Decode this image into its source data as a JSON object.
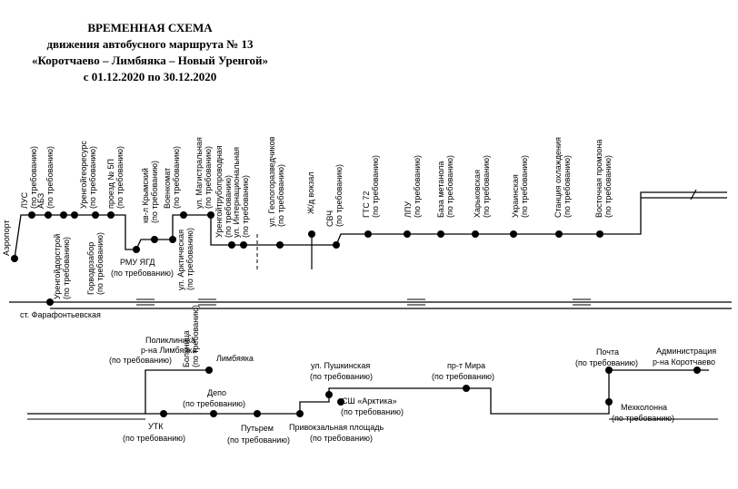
{
  "title": {
    "line1": "ВРЕМЕННАЯ СХЕМА",
    "line2": "движения автобусного маршрута № 13",
    "line3": "«Коротчаево – Лимбяяка – Новый Уренгой»",
    "line4": "с 01.12.2020 по 30.12.2020"
  },
  "railway_station": "ст. Фарафонтьевская",
  "upper_stops": [
    {
      "id": "airport",
      "name": "Аэропорт",
      "note": ""
    },
    {
      "id": "lus",
      "name": "ЛУС",
      "note": "(по требованию)"
    },
    {
      "id": "abz",
      "name": "АБЗ",
      "note": "(по требованию)"
    },
    {
      "id": "urengoydorstroy",
      "name": "Уренгойдорстрой",
      "note": "(по требованию)"
    },
    {
      "id": "urengoygeoresurs",
      "name": "Уренгойгеоресурс",
      "note": "(по требованию)"
    },
    {
      "id": "gorvodozabor",
      "name": "Горводозабор",
      "note": "(по требованию)"
    },
    {
      "id": "proezd5p",
      "name": "проезд № 5П",
      "note": "(по требованию)"
    },
    {
      "id": "rmu",
      "name": "РМУ ЯГД",
      "note": "(по требованию)"
    },
    {
      "id": "krymsky",
      "name": "кв-л Крымский",
      "note": "(по требованию)"
    },
    {
      "id": "voenkomat",
      "name": "Военкомат",
      "note": "(по требованию)"
    },
    {
      "id": "arkticheskaya",
      "name": "ул. Арктическая",
      "note": "(по требованию)"
    },
    {
      "id": "magistralnaya",
      "name": "ул. Магистральная",
      "note": "(по требованию)"
    },
    {
      "id": "urengoytruboprovodnaya",
      "name": "Уренгойтрубопроводная",
      "note": "(по требованию)"
    },
    {
      "id": "internatsionalnaya",
      "name": "ул. Интернациональная",
      "note": "(по требованию)"
    },
    {
      "id": "geologorazvedchikov",
      "name": "ул. Геологоразведчиков",
      "note": "(по требованию)"
    },
    {
      "id": "zhd",
      "name": "Ж/д вокзал",
      "note": ""
    },
    {
      "id": "svch",
      "name": "СВЧ",
      "note": "(по требованию)"
    },
    {
      "id": "gts72",
      "name": "ГТС 72",
      "note": "(по требованию)"
    },
    {
      "id": "lpu",
      "name": "ЛПУ",
      "note": "(по требованию)"
    },
    {
      "id": "metanol",
      "name": "База метанола",
      "note": "(по требованию)"
    },
    {
      "id": "kharkovskaya",
      "name": "Харьковская",
      "note": "(по требованию)"
    },
    {
      "id": "ukrainskaya",
      "name": "Украинская",
      "note": "(по требованию)"
    },
    {
      "id": "cooling",
      "name": "Станция охлаждения",
      "note": "(по требованию)"
    },
    {
      "id": "promzona",
      "name": "Восточная промзона",
      "note": "(по требованию)"
    }
  ],
  "lower_stops": [
    {
      "id": "poliklinika",
      "line1": "Поликлиника",
      "line2": "р-на Лимбяяка",
      "line3": "(по требованию)"
    },
    {
      "id": "bolnitsa",
      "line1": "Больница",
      "line2": "(по требованию)",
      "line3": ""
    },
    {
      "id": "limbyayaka",
      "line1": "Лимбяяка",
      "line2": "",
      "line3": ""
    },
    {
      "id": "utk",
      "line1": "УТК",
      "line2": "(по требованию)",
      "line3": ""
    },
    {
      "id": "depo",
      "line1": "Депо",
      "line2": "(по требованию)",
      "line3": ""
    },
    {
      "id": "putrem",
      "line1": "Путьрем",
      "line2": "(по требованию)",
      "line3": ""
    },
    {
      "id": "privokzalnaya",
      "line1": "Привокзальная площадь",
      "line2": "(по требованию)",
      "line3": ""
    },
    {
      "id": "pushkinskaya",
      "line1": "ул. Пушкинская",
      "line2": "(по требованию)",
      "line3": ""
    },
    {
      "id": "arktika",
      "line1": "СШ «Арктика»",
      "line2": "(по требованию)",
      "line3": ""
    },
    {
      "id": "mira",
      "line1": "пр-т Мира",
      "line2": "(по требованию)",
      "line3": ""
    },
    {
      "id": "pochta",
      "line1": "Почта",
      "line2": "(по требованию)",
      "line3": ""
    },
    {
      "id": "mekhkolonna",
      "line1": "Мехколонна",
      "line2": "(по требованию)",
      "line3": ""
    },
    {
      "id": "administratsiya",
      "line1": "Администрация",
      "line2": "р-на Коротчаево",
      "line3": ""
    }
  ],
  "colors": {
    "line": "#000000",
    "stop": "#000000",
    "background": "#ffffff"
  }
}
